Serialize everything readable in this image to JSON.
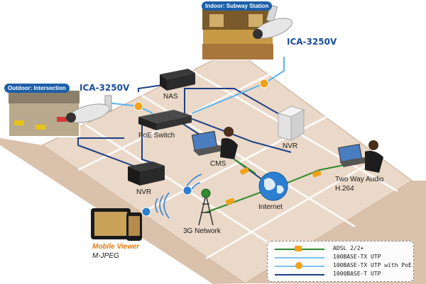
{
  "title_indoor": "Indoor: Subway Station",
  "title_outdoor": "Outdoor: Intersection",
  "camera_model_indoor": "ICA-3250V",
  "camera_model_outdoor": "ICA-3250V",
  "devices": {
    "nas": "NAS",
    "poe_switch": "PoE Switch",
    "nvr_right": "NVR",
    "nvr_left": "NVR",
    "cms": "CMS",
    "internet": "Internet",
    "network_3g": "3G Network",
    "two_way_audio": "Two Way Audio",
    "h264": "H.264",
    "mobile_viewer": "Mobile Viewer",
    "mjpeg": "M-JPEG"
  },
  "badges": {
    "poe": "PoE",
    "adsl": "ADSL",
    "g3": "3G"
  },
  "legend": [
    {
      "label": "ADSL 2/2+",
      "color": "#2e8b2e",
      "marker": "badge"
    },
    {
      "label": "100BASE-TX UTP",
      "color": "#7cc4ee",
      "marker": "none"
    },
    {
      "label": "100BASE-TX UTP with PoE",
      "color": "#7cc4ee",
      "marker": "dot"
    },
    {
      "label": "1000BASE-T UTP",
      "color": "#1d3f86",
      "marker": "none"
    }
  ],
  "colors": {
    "adsl": "#2e8b2e",
    "utp100": "#5ab4ea",
    "utp1000": "#1d3f86",
    "poe_marker": "#f2a11a",
    "floor": "#e9d8c9",
    "floor_edge": "#c9a98e"
  }
}
